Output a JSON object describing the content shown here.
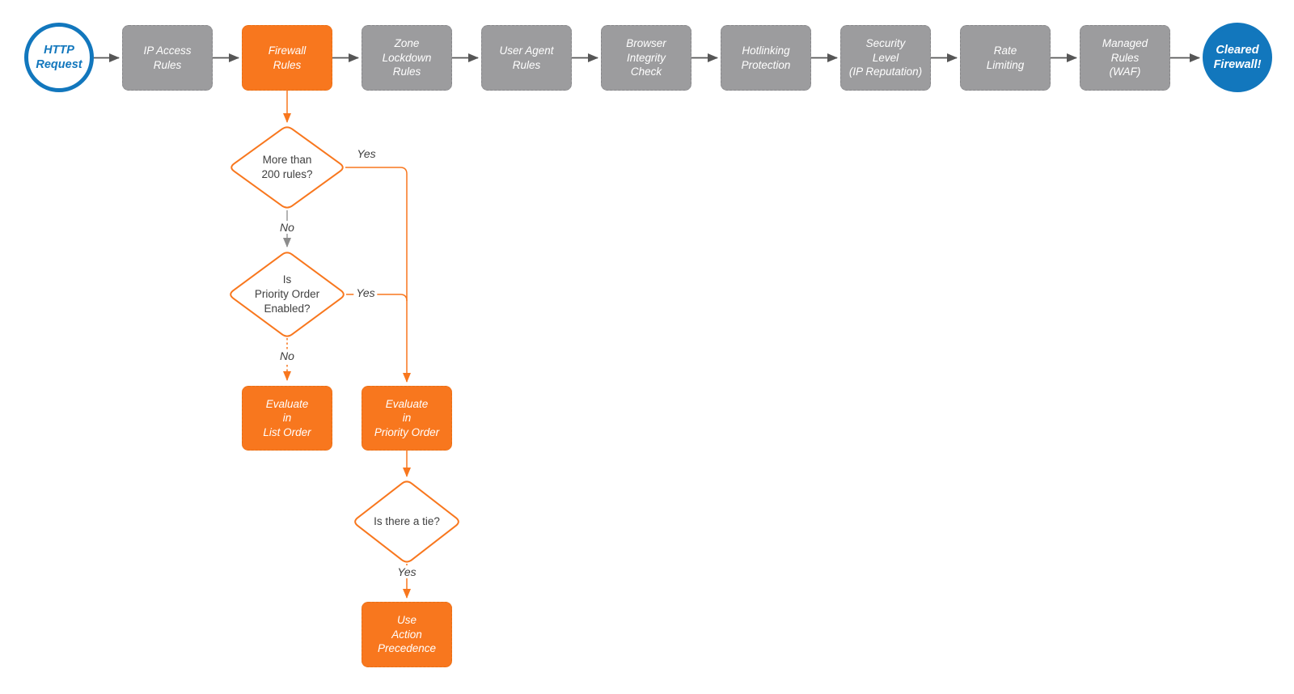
{
  "diagram": {
    "type": "flowchart",
    "topic": "HTTP request firewall evaluation order",
    "colors": {
      "stage_gray": "#9c9c9e",
      "accent_orange": "#f8771e",
      "terminator_blue": "#1277bd",
      "arrow_dark": "#565656",
      "arrow_gray": "#8c8c8c",
      "text_white": "#ffffff",
      "text_dark": "#404040"
    },
    "start_node": {
      "label": "HTTP\nRequest"
    },
    "end_node": {
      "label": "Cleared\nFirewall!"
    },
    "stages": [
      {
        "label": "IP Access\nRules",
        "highlight": false
      },
      {
        "label": "Firewall\nRules",
        "highlight": true
      },
      {
        "label": "Zone\nLockdown\nRules",
        "highlight": false
      },
      {
        "label": "User Agent\nRules",
        "highlight": false
      },
      {
        "label": "Browser\nIntegrity\nCheck",
        "highlight": false
      },
      {
        "label": "Hotlinking\nProtection",
        "highlight": false
      },
      {
        "label": "Security\nLevel\n(IP Reputation)",
        "highlight": false
      },
      {
        "label": "Rate\nLimiting",
        "highlight": false
      },
      {
        "label": "Managed\nRules\n(WAF)",
        "highlight": false
      }
    ],
    "decisions": [
      {
        "label": "More than\n200 rules?"
      },
      {
        "label": "Is\nPriority Order\nEnabled?"
      },
      {
        "label": "Is there a tie?"
      }
    ],
    "actions": [
      {
        "label": "Evaluate\nin\nList Order"
      },
      {
        "label": "Evaluate\nin\nPriority Order"
      },
      {
        "label": "Use\nAction\nPrecedence"
      }
    ],
    "edge_labels": {
      "yes1": "Yes",
      "no1": "No",
      "yes2": "Yes",
      "no2": "No",
      "yes3": "Yes"
    }
  }
}
